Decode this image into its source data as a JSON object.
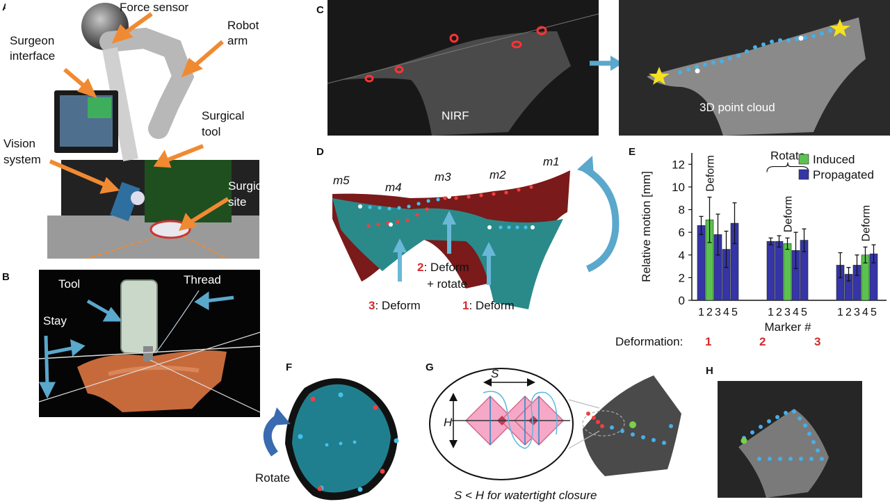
{
  "panels": {
    "A": {
      "letter": "A",
      "force_sensor": "Force sensor",
      "robot_arm": "Robot arm",
      "surgeon_interface": "Surgeon interface",
      "surgical_tool": "Surgical tool",
      "vision_system": "Vision system",
      "surgical_site": "Surgical site"
    },
    "B": {
      "letter": "B",
      "tool": "Tool",
      "thread": "Thread",
      "stay": "Stay"
    },
    "C": {
      "letter": "C",
      "nirf": "NIRF",
      "point_cloud": "3D point cloud"
    },
    "D": {
      "letter": "D",
      "markers": [
        "m5",
        "m4",
        "m3",
        "m2",
        "m1"
      ],
      "d3_num": "3",
      "d3_text": ": Deform",
      "d2_num": "2",
      "d2_text": ": Deform",
      "d2_text2": "+ rotate",
      "d1_num": "1",
      "d1_text": ": Deform"
    },
    "E": {
      "letter": "E",
      "deformation_label": "Deformation:",
      "deformation_nums": [
        "1",
        "2",
        "3"
      ]
    },
    "F": {
      "letter": "F",
      "rotate": "Rotate"
    },
    "G": {
      "letter": "G",
      "s_label": "S",
      "h_label": "H",
      "caption": "S < H for watertight closure"
    },
    "H": {
      "letter": "H"
    }
  },
  "chart_data": {
    "type": "bar",
    "ylabel": "Relative motion [mm]",
    "xlabel": "Marker #",
    "ylim": [
      0,
      13
    ],
    "yticks": [
      0,
      2,
      4,
      6,
      8,
      10,
      12
    ],
    "legend": [
      "Induced",
      "Propagated"
    ],
    "legend_colors": {
      "Induced": "#5cc24f",
      "Propagated": "#3535a8"
    },
    "groups": [
      {
        "name": "1",
        "tick_labels": [
          "1",
          "2",
          "3",
          "4",
          "5"
        ],
        "values": [
          6.6,
          7.1,
          5.8,
          4.5,
          6.8
        ],
        "errors": [
          0.8,
          2.0,
          1.8,
          1.6,
          1.8
        ],
        "types": [
          "Propagated",
          "Induced",
          "Propagated",
          "Propagated",
          "Propagated"
        ],
        "annotation": "Deform"
      },
      {
        "name": "2",
        "tick_labels": [
          "1",
          "2",
          "3",
          "4",
          "5"
        ],
        "values": [
          5.2,
          5.2,
          5.0,
          4.4,
          5.3
        ],
        "errors": [
          0.3,
          0.5,
          0.5,
          1.6,
          1.0
        ],
        "types": [
          "Propagated",
          "Propagated",
          "Induced",
          "Propagated",
          "Propagated"
        ],
        "annotation": "Deform",
        "annotation2": "Rotate"
      },
      {
        "name": "3",
        "tick_labels": [
          "1",
          "2",
          "3",
          "4",
          "5"
        ],
        "values": [
          3.1,
          2.3,
          3.1,
          4.0,
          4.1
        ],
        "errors": [
          1.1,
          0.6,
          0.9,
          0.7,
          0.8
        ],
        "types": [
          "Propagated",
          "Propagated",
          "Propagated",
          "Induced",
          "Propagated"
        ],
        "annotation": "Deform"
      }
    ]
  }
}
